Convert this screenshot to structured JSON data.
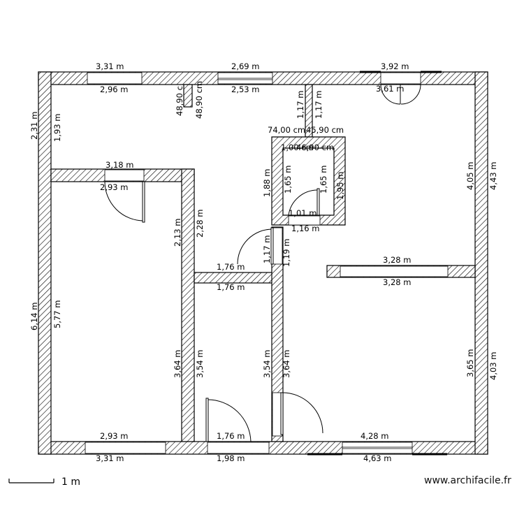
{
  "website": "www.archifacile.fr",
  "scale_label": "1 m",
  "dimensions": {
    "top_left_out": "3,31 m",
    "top_left_in": "2,96 m",
    "top_mid_out": "2,69 m",
    "top_mid_in": "2,53 m",
    "top_right_out": "3,92 m",
    "top_right_in": "3,61 m",
    "niche_a": "48,90 c",
    "niche_b": "48,90 cm",
    "left_upper_out": "2,31 m",
    "left_upper_in": "1,93 m",
    "left_lower_out": "6,14 m",
    "left_lower_in": "5,77 m",
    "room_top_out": "3,18 m",
    "room_top_in": "2,93 m",
    "room_right_a": "2,13 m",
    "room_right_b": "2,28 m",
    "hall_top": "1,76 m",
    "hall_bottom": "1,76 m",
    "hall_v1": "1,17 m",
    "hall_v2": "1,19 m",
    "stair_top": "74,00 cm",
    "stair_top_b": "45,90 cm",
    "stair_inner_a": "1,00 cm",
    "stair_inner_b": "46,90 cm",
    "stair_left_out": "1,88 m",
    "stair_left_in": "1,65 m",
    "stair_right_in": "1,65 m",
    "stair_right_out": "1,95 m",
    "stair_door": "1,01 m",
    "stair_bottom": "1,16 m",
    "stub_a": "1,17 m",
    "stub_b": "1,17 m",
    "right_upper_in": "4,05 m",
    "right_upper_out": "4,43 m",
    "right_lower_in": "3,65 m",
    "right_lower_out": "4,03 m",
    "mid_wall_top": "3,28 m",
    "mid_wall_bottom": "3,28 m",
    "bl_room_right": "3,64 m",
    "mid_room_left": "3,54 m",
    "mid_room_right": "3,54 m",
    "br_room_left": "3,64 m",
    "bottom_left_in": "2,93 m",
    "bottom_left_out": "3,31 m",
    "bottom_mid_in": "1,76 m",
    "bottom_mid_out": "1,98 m",
    "bottom_right_in": "4,28 m",
    "bottom_right_out": "4,63 m"
  }
}
